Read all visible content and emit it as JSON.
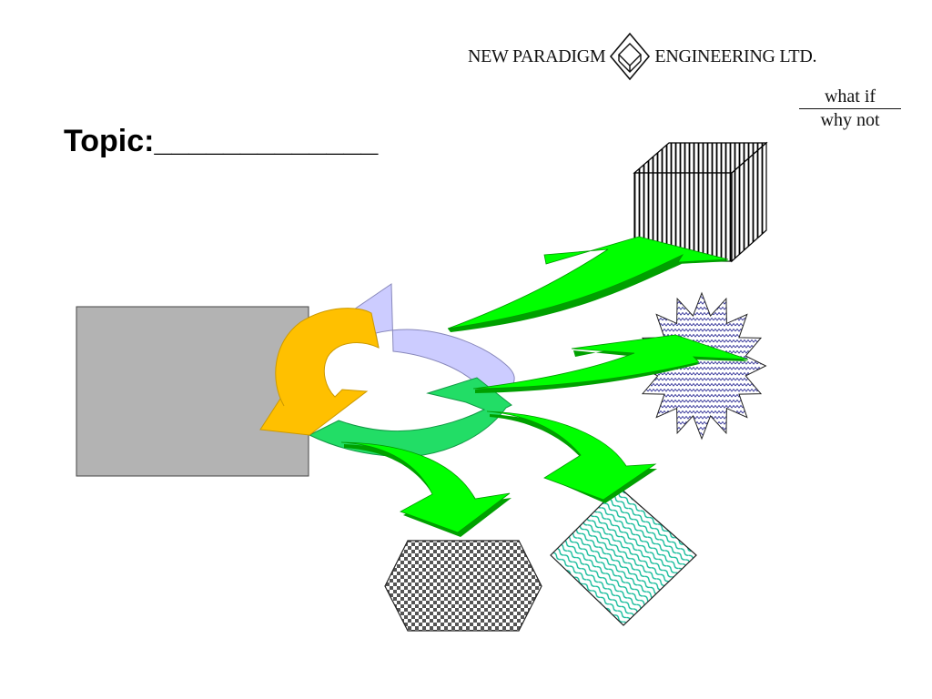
{
  "header": {
    "company_left": "NEW PARADIGM",
    "company_right": "ENGINEERING LTD.",
    "logo_icon": "cube-diamond-icon",
    "tagline_top": "what if",
    "tagline_bottom": "why not"
  },
  "slide": {
    "topic_label": "Topic:_____________"
  },
  "diagram": {
    "colors": {
      "box": "#b3b3b3",
      "cycle_yellow": "#ffc000",
      "cycle_lavender": "#ccccff",
      "cycle_green": "#22dd66",
      "flow_arrow": "#00ff00",
      "flow_arrow_dark": "#00a000",
      "cube_lines": "#000000",
      "star_waves": "#333399",
      "diamond_waves": "#11bb99",
      "hexagon_checker": "#555555"
    }
  }
}
